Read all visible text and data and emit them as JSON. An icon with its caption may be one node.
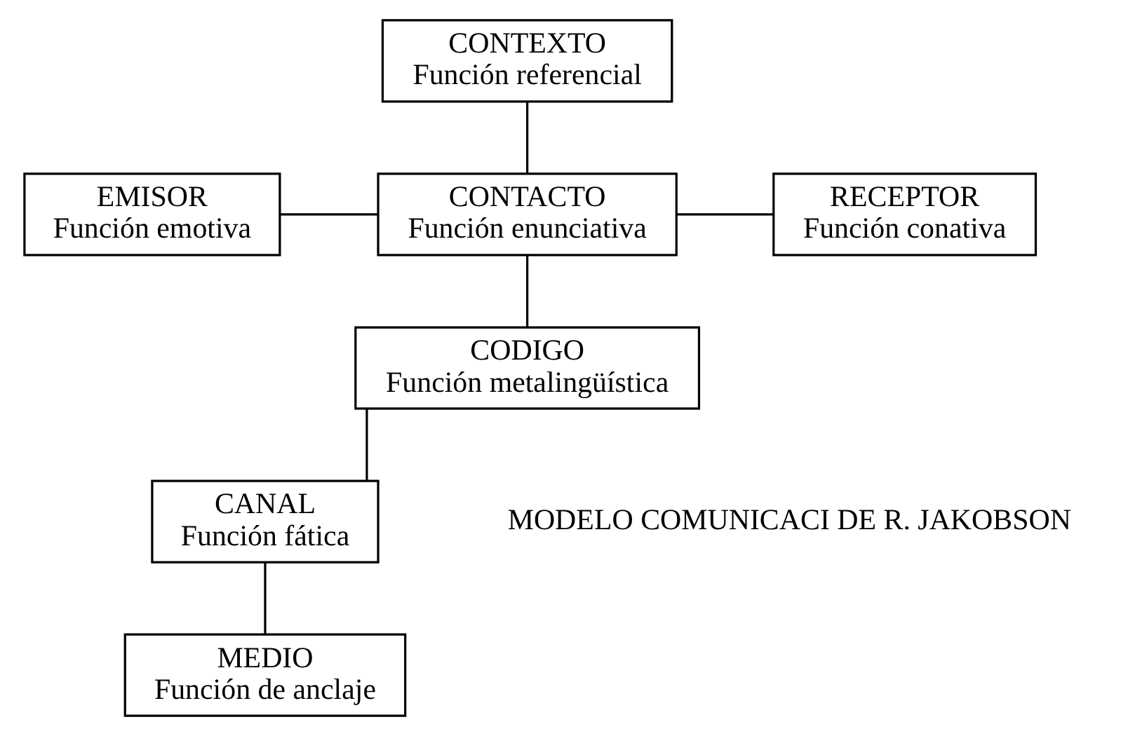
{
  "diagram": {
    "nodes": [
      {
        "text": [
          "CONTEXTO",
          "Función referencial"
        ]
      },
      {
        "text": [
          "EMISOR",
          "Función emotiva"
        ]
      },
      {
        "text": [
          "CONTACTO",
          "Función enunciativa"
        ]
      },
      {
        "text": [
          "RECEPTOR",
          "Función conativa"
        ]
      },
      {
        "text": [
          "CODIGO",
          "Función metalingüística"
        ]
      },
      {
        "text": [
          "CANAL",
          "Función fática"
        ]
      },
      {
        "text": [
          "MEDIO",
          "Función de anclaje"
        ]
      }
    ],
    "edges": [
      {
        "from": 0,
        "to": 2,
        "arrow": "none"
      },
      {
        "from": 1,
        "to": 2,
        "arrow": "none"
      },
      {
        "from": 2,
        "to": 3,
        "arrow": "none"
      },
      {
        "from": 2,
        "to": 4,
        "arrow": "none"
      },
      {
        "from": 4,
        "to": 5,
        "arrow": "none"
      },
      {
        "from": 5,
        "to": 6,
        "arrow": "none"
      }
    ],
    "labels": [
      "MODELO COMUNICACI DE R. JAKOBSON"
    ]
  }
}
